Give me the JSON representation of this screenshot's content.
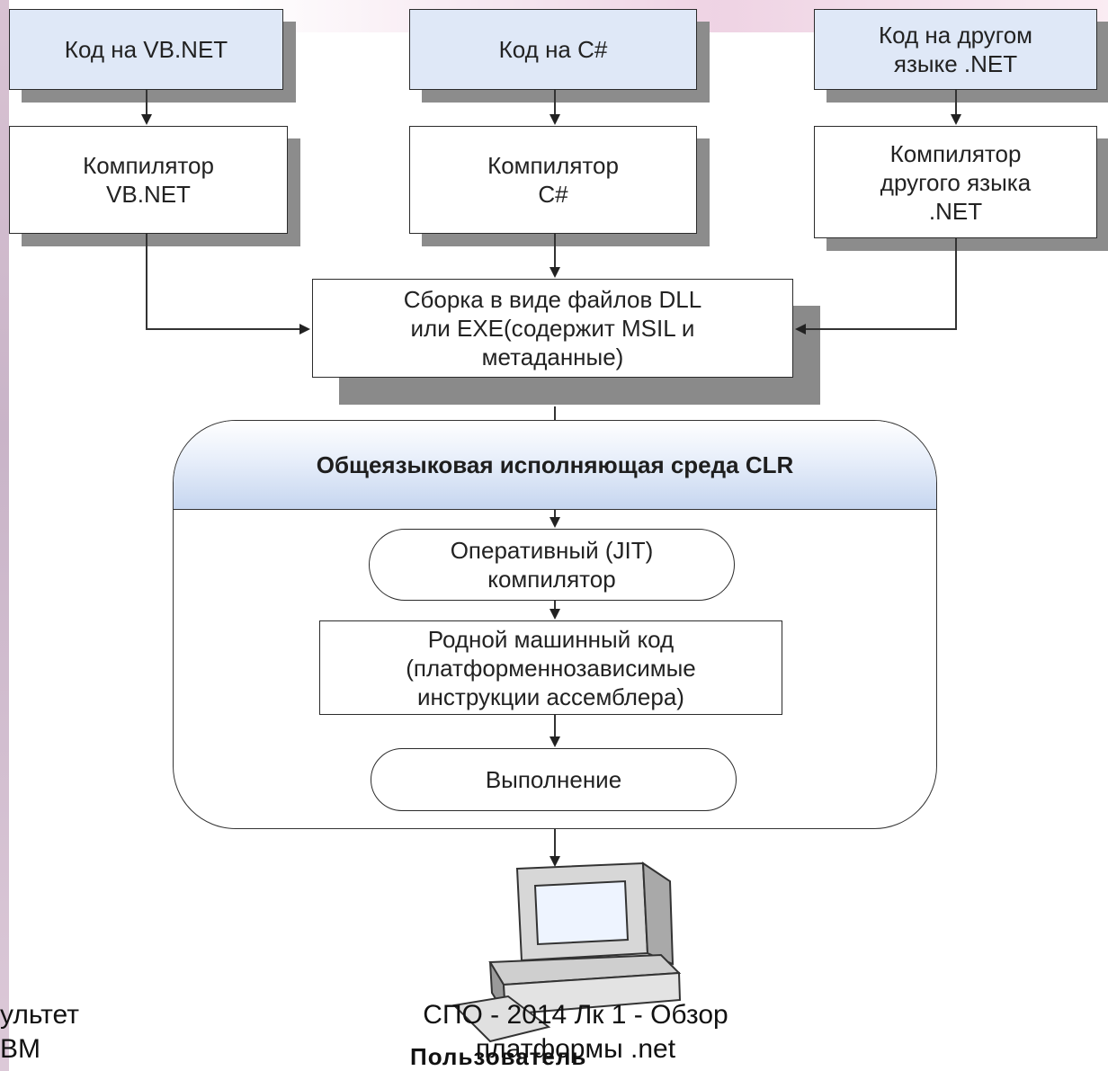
{
  "nodes": {
    "src_vb": "Код на VB.NET",
    "src_cs": "Код на C#",
    "src_other": "Код на другом\nязыке .NET",
    "cmp_vb": "Компилятор\nVB.NET",
    "cmp_cs": "Компилятор\nC#",
    "cmp_other": "Компилятор\nдругого языка\n.NET",
    "assembly": "Сборка в виде файлов DLL\nили EXE(содержит MSIL и\nметаданные)",
    "clr_title": "Общеязыковая исполняющая среда CLR",
    "jit": "Оперативный (JIT)\nкомпилятор",
    "native": "Родной машинный код\n(платформеннозависимые\nинструкции ассемблера)",
    "exec": "Выполнение",
    "user": "Пользователь"
  },
  "footer": {
    "left": "ультет\nВМ",
    "center": "СПО - 2014 Лк 1 - Обзор\nплатформы .net"
  },
  "colors": {
    "source_fill": "#dfe8f7",
    "shadow": "#8c8c8c",
    "clr_header": "#c6d6ef"
  }
}
